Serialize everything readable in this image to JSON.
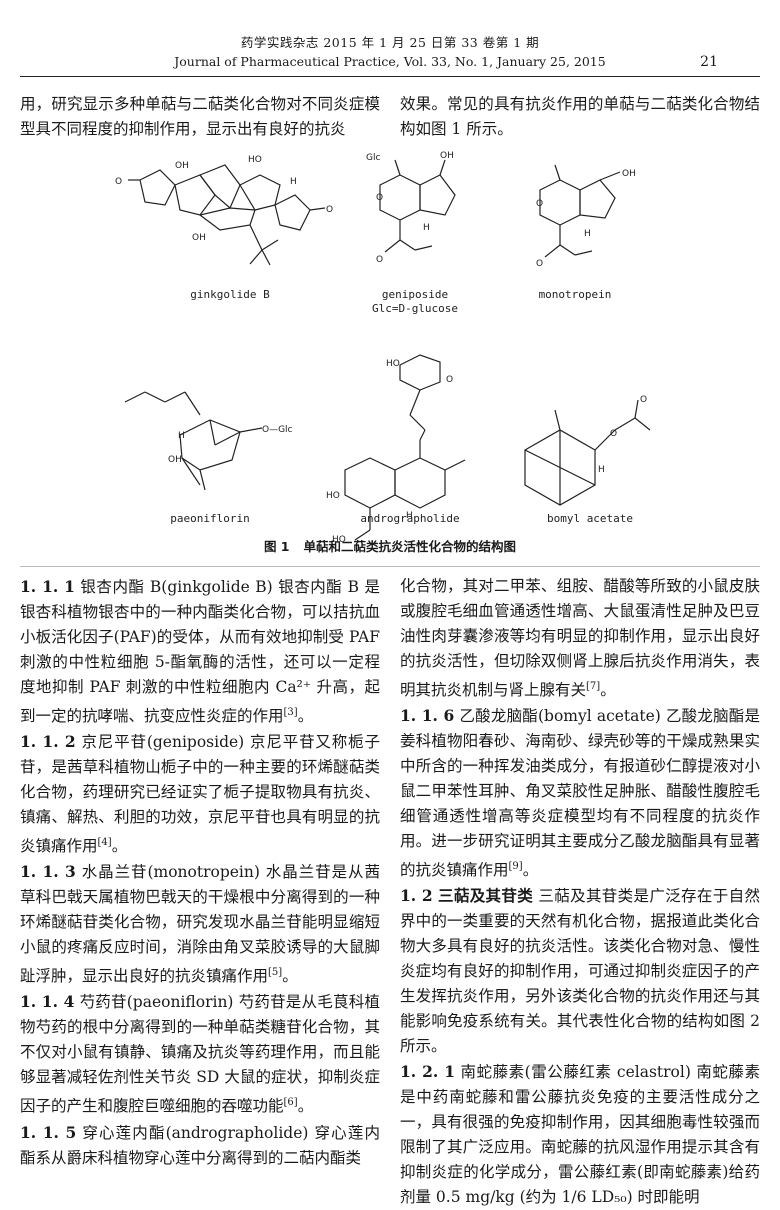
{
  "header": {
    "journal_cn": "药学实践杂志  2015 年 1 月 25 日第 33 卷第 1 期",
    "journal_en": "Journal of Pharmaceutical Practice, Vol. 33, No. 1, January 25, 2015",
    "page_number": "21"
  },
  "intro": {
    "left": "用，研究显示多种单萜与二萜类化合物对不同炎症模型具不同程度的抑制作用，显示出有良好的抗炎",
    "right": "效果。常见的具有抗炎作用的单萜与二萜类化合物结构如图 1 所示。"
  },
  "figure": {
    "number": "图 1",
    "caption": "单萜和二萜类抗炎活性化合物的结构图",
    "molecules": [
      {
        "name": "ginkgolide B"
      },
      {
        "name": "geniposide",
        "note": "Glc=D-glucose"
      },
      {
        "name": "monotropein"
      },
      {
        "name": "paeoniflorin"
      },
      {
        "name": "andrographolide"
      },
      {
        "name": "bomyl acetate"
      }
    ],
    "atom_labels": {
      "oh": "OH",
      "ho": "HO",
      "h": "H",
      "o": "O",
      "glc": "Glc",
      "o_glc": "O—Glc"
    }
  },
  "sections": {
    "s111": {
      "num": "1. 1. 1",
      "title": "银杏内酯 B(ginkgolide B)",
      "text": "银杏内酯 B 是银杏科植物银杏中的一种内酯类化合物，可以拮抗血小板活化因子(PAF)的受体，从而有效地抑制受 PAF 刺激的中性粒细胞 5-酯氧酶的活性，还可以一定程度地抑制 PAF 刺激的中性粒细胞内 Ca²⁺ 升高，起到一定的抗哮喘、抗变应性炎症的作用",
      "cite": "[3]"
    },
    "s112": {
      "num": "1. 1. 2",
      "title": "京尼平苷(geniposide)",
      "text": "京尼平苷又称栀子苷，是茜草科植物山栀子中的一种主要的环烯醚萜类化合物，药理研究已经证实了栀子提取物具有抗炎、镇痛、解热、利胆的功效，京尼平苷也具有明显的抗炎镇痛作用",
      "cite": "[4]"
    },
    "s113": {
      "num": "1. 1. 3",
      "title": "水晶兰苷(monotropein)",
      "text": "水晶兰苷是从茜草科巴戟天属植物巴戟天的干燥根中分离得到的一种环烯醚萜苷类化合物，研究发现水晶兰苷能明显缩短小鼠的疼痛反应时间，消除由角叉菜胶诱导的大鼠脚趾浮肿，显示出良好的抗炎镇痛作用",
      "cite": "[5]"
    },
    "s114": {
      "num": "1. 1. 4",
      "title": "芍药苷(paeoniflorin)",
      "text": "芍药苷是从毛茛科植物芍药的根中分离得到的一种单萜类糖苷化合物，其不仅对小鼠有镇静、镇痛及抗炎等药理作用，而且能够显著减轻佐剂性关节炎 SD 大鼠的症状，抑制炎症因子的产生和腹腔巨噬细胞的吞噬功能",
      "cite": "[6]"
    },
    "s115": {
      "num": "1. 1. 5",
      "title": "穿心莲内酯(andrographolide)",
      "text": "穿心莲内酯系从爵床科植物穿心莲中分离得到的二萜内酯类",
      "cont": "化合物，其对二甲苯、组胺、醋酸等所致的小鼠皮肤或腹腔毛细血管通透性增高、大鼠蛋清性足肿及巴豆油性肉芽囊渗液等均有明显的抑制作用，显示出良好的抗炎活性，但切除双侧肾上腺后抗炎作用消失，表明其抗炎机制与肾上腺有关",
      "cite": "[7]"
    },
    "s116": {
      "num": "1. 1. 6",
      "title": "乙酸龙脑酯(bomyl acetate)",
      "text": "乙酸龙脑酯是姜科植物阳春砂、海南砂、绿壳砂等的干燥成熟果实中所含的一种挥发油类成分，有报道砂仁醇提液对小鼠二甲苯性耳肿、角叉菜胶性足肿胀、醋酸性腹腔毛细管通透性增高等炎症模型均有不同程度的抗炎作用。进一步研究证明其主要成分乙酸龙脑酯具有显著的抗炎镇痛作用",
      "cite": "[9]"
    },
    "s12": {
      "num": "1. 2",
      "title": "三萜及其苷类",
      "text": "三萜及其苷类是广泛存在于自然界中的一类重要的天然有机化合物，据报道此类化合物大多具有良好的抗炎活性。该类化合物对急、慢性炎症均有良好的抑制作用，可通过抑制炎症因子的产生发挥抗炎作用，另外该类化合物的抗炎作用还与其能影响免疫系统有关。其代表性化合物的结构如图 2 所示。"
    },
    "s121": {
      "num": "1. 2. 1",
      "title": "南蛇藤素(雷公藤红素 celastrol)",
      "text": "南蛇藤素是中药南蛇藤和雷公藤抗炎免疫的主要活性成分之一，具有很强的免疫抑制作用，因其细胞毒性较强而限制了其广泛应用。南蛇藤的抗风湿作用提示其含有抑制炎症的化学成分，雷公藤红素(即南蛇藤素)给药剂量 0.5 mg/kg (约为 1/6 LD₅₀) 时即能明"
    }
  }
}
